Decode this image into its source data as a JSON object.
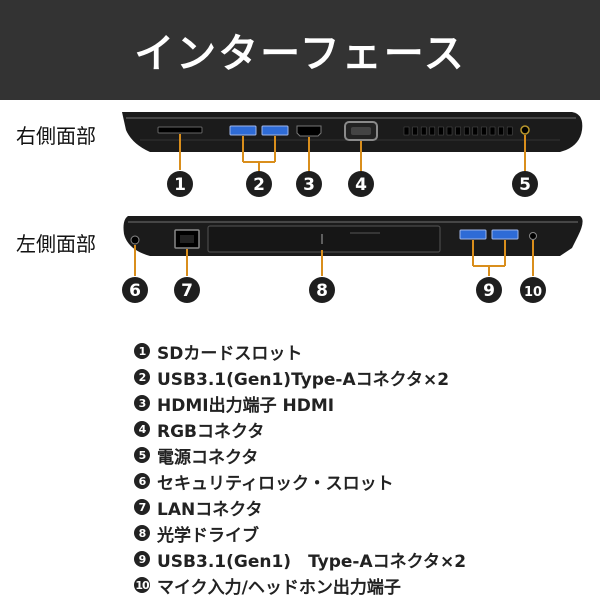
{
  "header": {
    "title": "インターフェース"
  },
  "sides": {
    "right": {
      "label": "右側面部"
    },
    "left": {
      "label": "左側面部"
    }
  },
  "markers": {
    "right": [
      "1",
      "2",
      "3",
      "4",
      "5"
    ],
    "left": [
      "6",
      "7",
      "8",
      "9",
      "10"
    ]
  },
  "legend": [
    {
      "num": "1",
      "text": "SDカードスロット"
    },
    {
      "num": "2",
      "text": "USB3.1(Gen1)Type-Aコネクタ×2"
    },
    {
      "num": "3",
      "text": "HDMI出力端子 HDMI"
    },
    {
      "num": "4",
      "text": "RGBコネクタ"
    },
    {
      "num": "5",
      "text": "電源コネクタ"
    },
    {
      "num": "6",
      "text": "セキュリティロック・スロット"
    },
    {
      "num": "7",
      "text": "LANコネクタ"
    },
    {
      "num": "8",
      "text": "光学ドライブ"
    },
    {
      "num": "9",
      "text": "USB3.1(Gen1)　Type-Aコネクタ×2"
    },
    {
      "num": "10",
      "text": "マイク入力/ヘッドホン出力端子"
    }
  ],
  "colors": {
    "header_bg": "#333333",
    "laptop_body": "#1b1b1b",
    "usb_port": "#2e6bd6",
    "callout_line": "#d98e1c",
    "marker": "#1e1e1e"
  }
}
